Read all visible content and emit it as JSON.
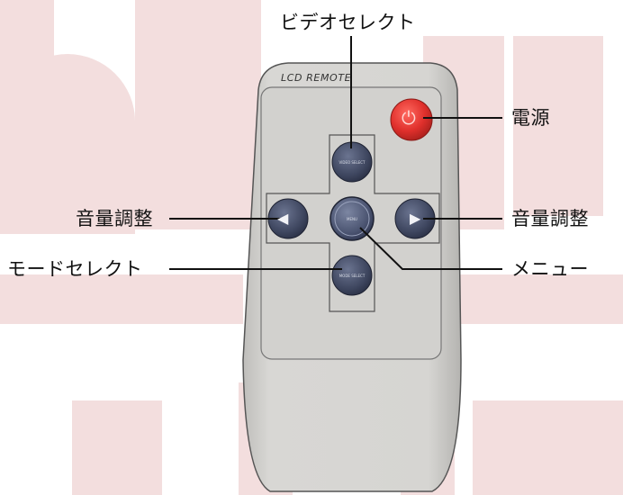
{
  "remote": {
    "title": "LCD REMOTE",
    "buttons": {
      "power_symbol": "⏻",
      "left_arrow": "◀",
      "right_arrow": "▶",
      "video_select_text": "VIDEO SELECT",
      "menu_text": "MENU",
      "mode_select_text": "MODE SELECT"
    }
  },
  "labels": {
    "video_select": "ビデオセレクト",
    "power": "電源",
    "volume_left": "音量調整",
    "volume_right": "音量調整",
    "mode_select": "モードセレクト",
    "menu": "メニュー"
  },
  "colors": {
    "watermark": "#f3dede",
    "remote_body": "#d4d3d0",
    "power_button": "#e0302c",
    "dpad_button": "#3f4760"
  },
  "icons": {
    "power": "power-icon",
    "left": "triangle-left-icon",
    "right": "triangle-right-icon"
  }
}
